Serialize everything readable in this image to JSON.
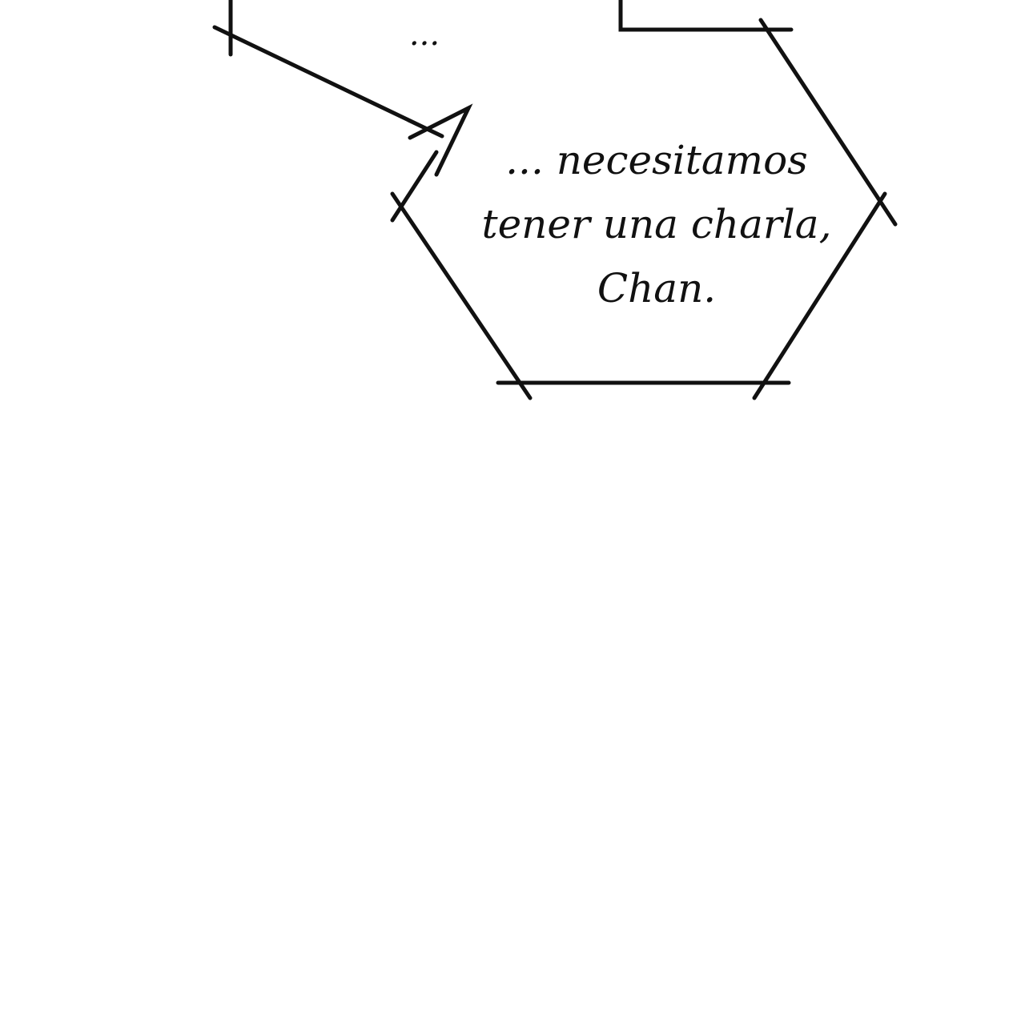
{
  "bubbles": [
    {
      "text": "..."
    },
    {
      "lines": [
        "... necesitamos",
        "tener una charla,",
        "Chan."
      ]
    }
  ],
  "colors": {
    "ink": "#111111",
    "background": "#ffffff"
  }
}
